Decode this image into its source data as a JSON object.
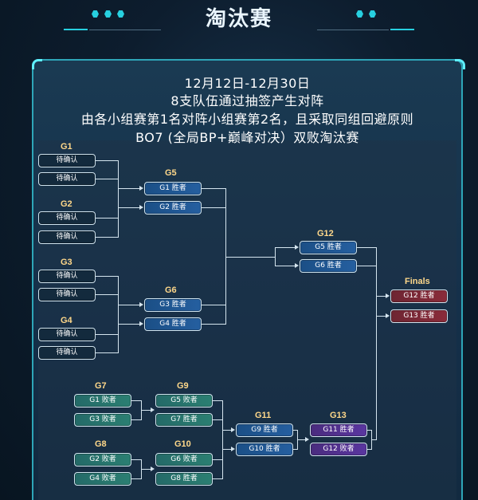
{
  "header": {
    "title": "淘汰赛"
  },
  "info": {
    "line1": "12月12日-12月30日",
    "line2": "8支队伍通过抽签产生对阵",
    "line3": "由各小组赛第1名对阵小组赛第2名，且采取同组回避原则",
    "line4": "BO7 (全局BP+巅峰对决）双败淘汰赛"
  },
  "upper": {
    "g1": {
      "label": "G1",
      "a": "待确认",
      "b": "待确认"
    },
    "g2": {
      "label": "G2",
      "a": "待确认",
      "b": "待确认"
    },
    "g3": {
      "label": "G3",
      "a": "待确认",
      "b": "待确认"
    },
    "g4": {
      "label": "G4",
      "a": "待确认",
      "b": "待确认"
    },
    "g5": {
      "label": "G5",
      "a": "G1 胜者",
      "b": "G2 胜者"
    },
    "g6": {
      "label": "G6",
      "a": "G3 胜者",
      "b": "G4 胜者"
    },
    "g12": {
      "label": "G12",
      "a": "G5 胜者",
      "b": "G6 胜者"
    }
  },
  "finals": {
    "label": "Finals",
    "a": "G12 胜者",
    "b": "G13 胜者"
  },
  "lower": {
    "g7": {
      "label": "G7",
      "a": "G1 败者",
      "b": "G3 败者"
    },
    "g8": {
      "label": "G8",
      "a": "G2 败者",
      "b": "G4 败者"
    },
    "g9": {
      "label": "G9",
      "a": "G5 败者",
      "b": "G7 胜者"
    },
    "g10": {
      "label": "G10",
      "a": "G6 败者",
      "b": "G8 胜者"
    },
    "g11": {
      "label": "G11",
      "a": "G9 胜者",
      "b": "G10 胜者"
    },
    "g13": {
      "label": "G13",
      "a": "G11 胜者",
      "b": "G12 败者"
    }
  },
  "colors": {
    "accent": "#27d0e0",
    "upper_slot": "#1b4f86",
    "lower_slot": "#246a68",
    "g13_slot": "#4a2c7e",
    "finals_slot": "#6e2532",
    "group_label": "#ffd88a"
  }
}
